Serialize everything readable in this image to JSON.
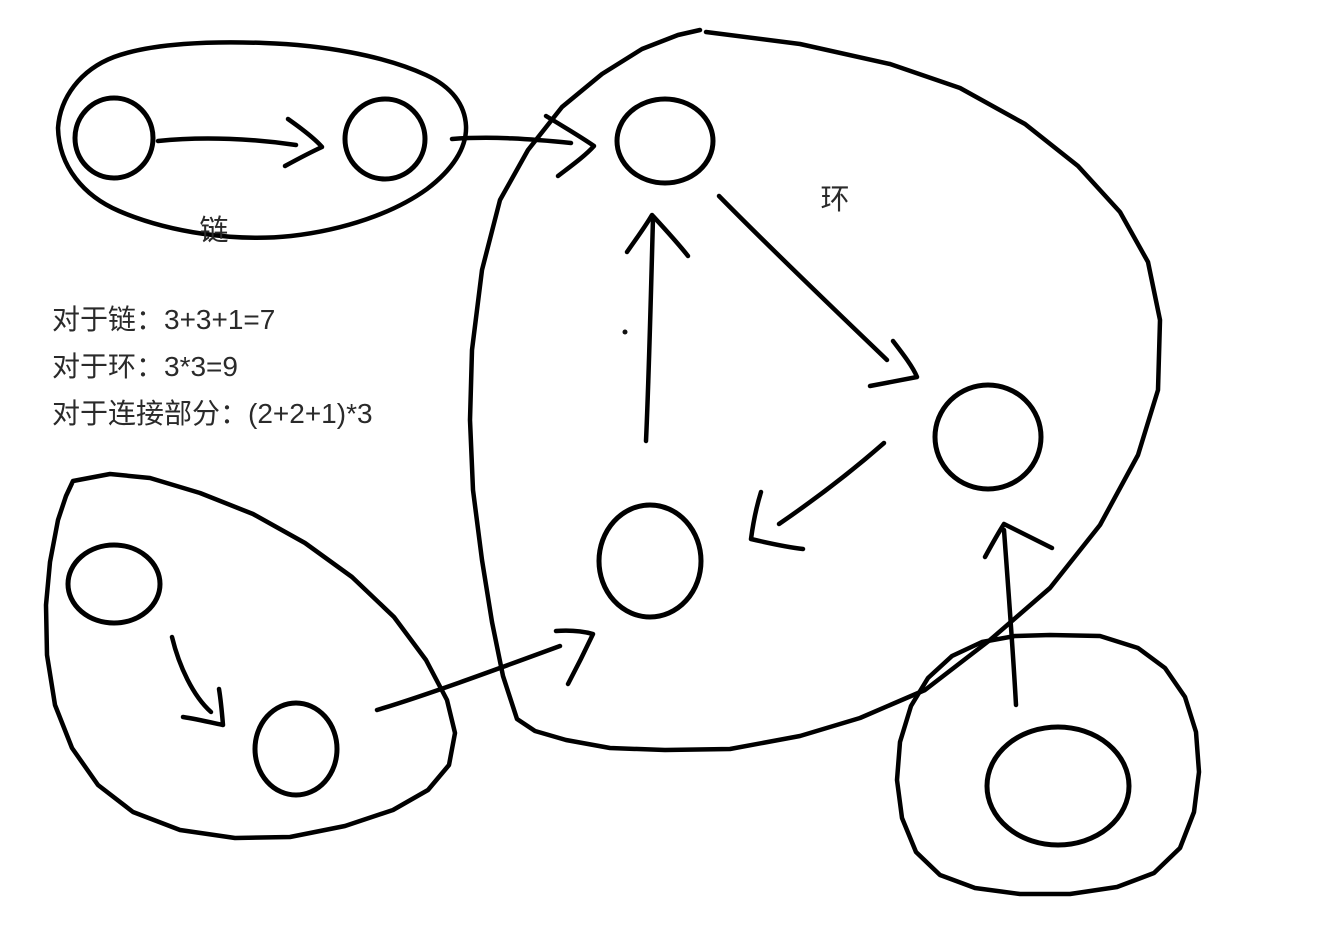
{
  "colors": {
    "background": "#ffffff",
    "ink": "#000000",
    "text": "#2a2a2a"
  },
  "labels": {
    "chain": "链",
    "ring": "环"
  },
  "formulas": {
    "chain_line": "对于链：3+3+1=7",
    "ring_line": "对于环：3*3=9",
    "connection_line": "对于连接部分：(2+2+1)*3"
  },
  "structure": {
    "chain_group": {
      "label": "链",
      "node_count": 2,
      "internal_edges": [
        "chain-node-1 → chain-node-2"
      ]
    },
    "ring_group": {
      "label": "环",
      "node_count": 3,
      "internal_edges": [
        "ring-node-bottom → ring-node-top",
        "ring-node-top → ring-node-right",
        "ring-node-right → ring-node-bottom"
      ]
    },
    "bottom_left_group": {
      "label": "",
      "node_count": 2,
      "internal_edges": [
        "bl-node-1 → bl-node-2"
      ]
    },
    "bottom_right_group": {
      "label": "",
      "node_count": 1,
      "internal_edges": []
    },
    "cross_edges": [
      "chain-node-2 → ring-node-top",
      "bl-node-2 → ring-node-bottom",
      "br-node-1 → ring-node-right"
    ]
  }
}
